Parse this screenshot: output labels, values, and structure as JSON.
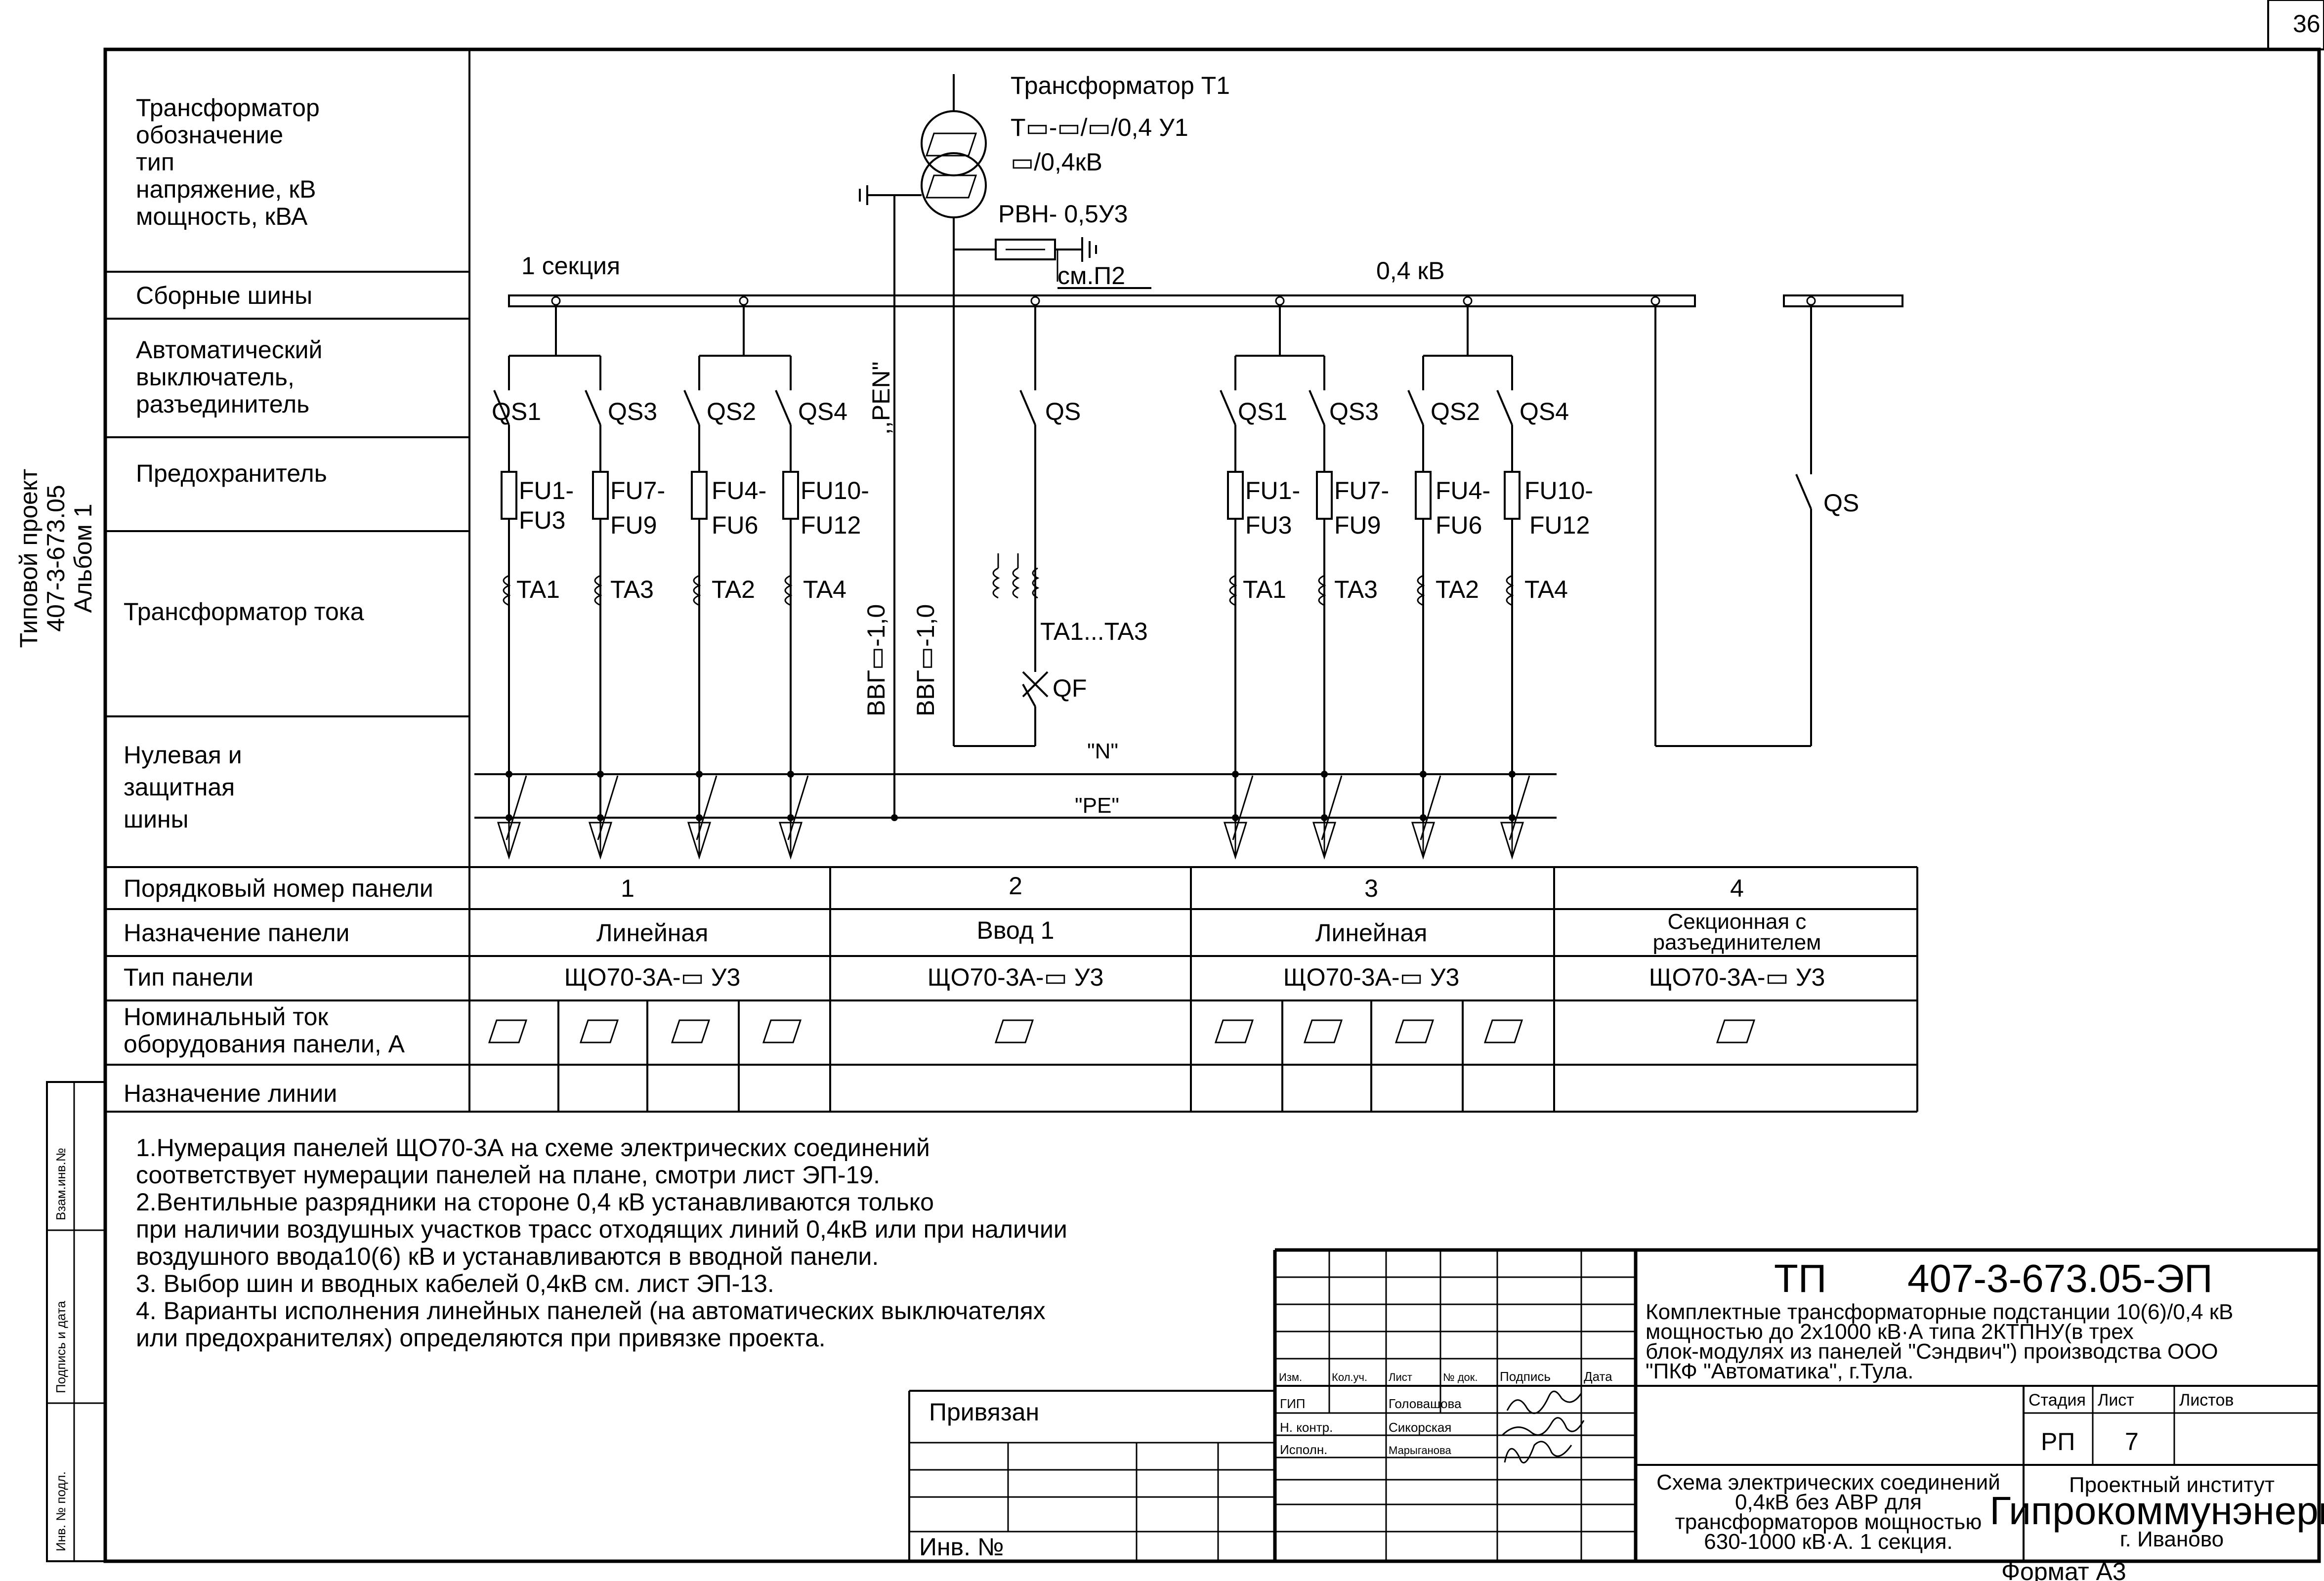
{
  "page_number": "36",
  "side_label": {
    "line1": "Типовой проект",
    "line2": "407-3-673.05",
    "line3": "Альбом 1"
  },
  "left_stamp": {
    "f1": "Взам.инв.№",
    "f2": "Подпись и дата",
    "f3": "Инв. № подл."
  },
  "row_labels": {
    "transformer": [
      "Трансформатор",
      "обозначение",
      "тип",
      "напряжение, кВ",
      "мощность, кВА"
    ],
    "busbar": "Сборные шины",
    "breaker": [
      "Автоматический",
      "выключатель,",
      "разъединитель"
    ],
    "fuse": "Предохранитель",
    "ct": "Трансформатор тока",
    "neutral": [
      "Нулевая и",
      "защитная",
      "шины"
    ]
  },
  "transformer": {
    "title": "Трансформатор Т1",
    "type_line": "Т▭-▭/▭/0,4 У1",
    "voltage": "▭/0,4кВ",
    "arrester": "РВН- 0,5У3",
    "ref": "см.П2"
  },
  "bus": {
    "section": "1 секция",
    "voltage": "0,4 кВ"
  },
  "labels": {
    "qs1": "QS1",
    "qs3": "QS3",
    "qs2": "QS2",
    "qs4": "QS4",
    "qs": "QS",
    "fu1": "FU1-",
    "fu3": "FU3",
    "fu7": "FU7-",
    "fu9": "FU9",
    "fu4": "FU4-",
    "fu6": "FU6",
    "fu10": "FU10-",
    "fu12": "FU12",
    "ta1": "TA1",
    "ta3": "TA3",
    "ta2": "TA2",
    "ta4": "TA4",
    "ta13": "TA1...TA3",
    "qf": "QF",
    "pen": ",,PEN\"",
    "cable": "ВВГ▭-1,0",
    "n": "\"N\"",
    "pe": "\"PE\""
  },
  "table": {
    "rows": [
      "Порядковый номер панели",
      "Назначение панели",
      "Тип панели",
      "Номинальный ток",
      "оборудования панели, А",
      "Назначение линии"
    ],
    "panels": [
      {
        "num": "1",
        "purpose": "Линейная",
        "type": "ЩО70-3А-▭ У3"
      },
      {
        "num": "2",
        "purpose": "Ввод 1",
        "type": "ЩО70-3А-▭ У3"
      },
      {
        "num": "3",
        "purpose": "Линейная",
        "type": "ЩО70-3А-▭ У3"
      },
      {
        "num": "4",
        "purpose": "Секционная с",
        "purpose2": "разъединителем",
        "type": "ЩО70-3А-▭ У3"
      }
    ]
  },
  "notes": [
    "1.Нумерация панелей ЩО70-3А на схеме электрических соединений",
    "соответствует нумерации панелей на плане, смотри лист ЭП-19.",
    "2.Вентильные разрядники на стороне 0,4 кВ устанавливаются только",
    "при наличии воздушных участков трасс отходящих линий 0,4кВ или при наличии",
    "воздушного ввода10(6) кВ и устанавливаются в вводной панели.",
    "3. Выбор шин и вводных кабелей 0,4кВ см. лист ЭП-13.",
    "4. Варианты исполнения линейных панелей (на автоматических выключателях",
    "или предохранителях) определяются при привязке проекта."
  ],
  "title_block": {
    "privyazan": "Привязан",
    "inv": "Инв. №",
    "head": [
      "Изм.",
      "Кол.уч.",
      "Лист",
      "№ док.",
      "Подпись",
      "Дата"
    ],
    "roles": [
      "ГИП",
      "Н. контр.",
      "Исполн."
    ],
    "names": [
      "Головашова",
      "Сикорская",
      "Марыганова"
    ],
    "code_prefix": "ТП",
    "code": "407-3-673.05-ЭП",
    "desc": [
      "Комплектные трансформаторные подстанции 10(6)/0,4 кВ",
      "мощностью до 2х1000 кВ·А типа 2КТПНУ(в трех",
      "блок-модулях из панелей \"Сэндвич\") производства ООО",
      "\"ПКФ \"Автоматика\", г.Тула."
    ],
    "stage_h": "Стадия",
    "sheet_h": "Лист",
    "sheets_h": "Листов",
    "stage": "РП",
    "sheet": "7",
    "scheme": [
      "Схема электрических соединений",
      "0,4кВ без АВР для",
      "трансформаторов мощностью",
      "630-1000 кВ·А. 1 секция."
    ],
    "org1": "Проектный институт",
    "org2": "Гипрокоммунэнерго",
    "org3": "г. Иваново",
    "format": "Формат А3"
  }
}
